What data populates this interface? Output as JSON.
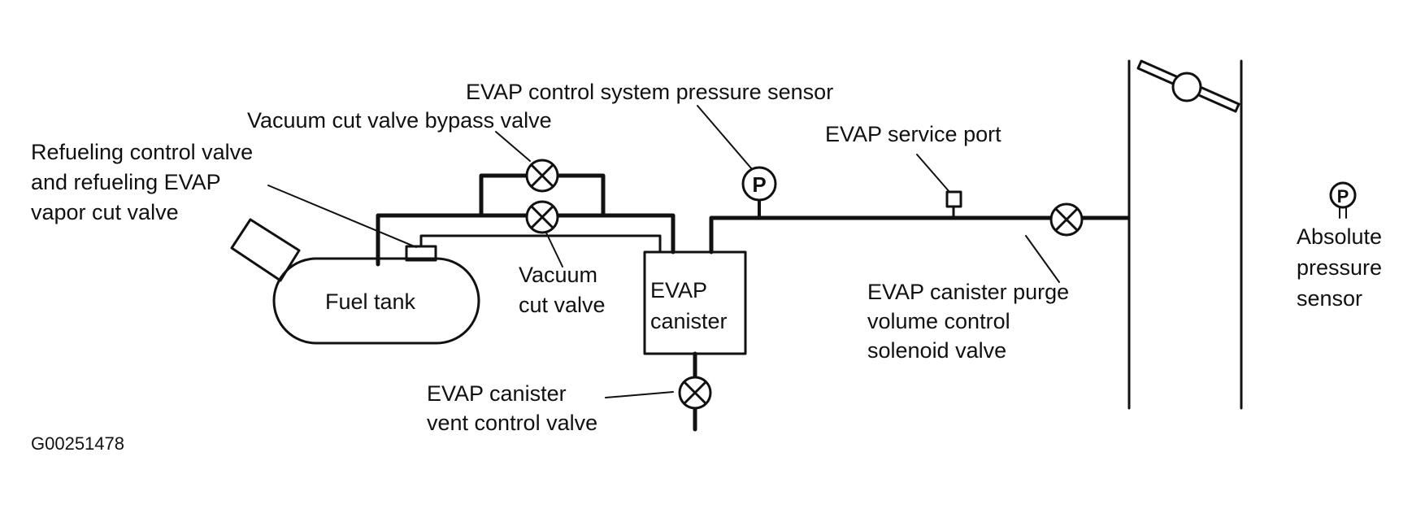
{
  "labels": {
    "pressure_sensor": "EVAP control system pressure sensor",
    "bypass_valve": "Vacuum cut valve bypass valve",
    "refuel_1": "Refueling control valve",
    "refuel_2": "and refueling EVAP",
    "refuel_3": "vapor cut valve",
    "fuel_tank": "Fuel tank",
    "vacuum_cut_1": "Vacuum",
    "vacuum_cut_2": "cut valve",
    "canister_1": "EVAP",
    "canister_2": "canister",
    "service_port": "EVAP service port",
    "purge_1": "EVAP canister purge",
    "purge_2": "volume control",
    "purge_3": "solenoid valve",
    "vent_1": "EVAP canister",
    "vent_2": "vent control valve",
    "abs_1": "Absolute",
    "abs_2": "pressure",
    "abs_3": "sensor",
    "sensor_symbol": "P",
    "figure_code": "G00251478"
  },
  "colors": {
    "line": "#111111",
    "background": "#ffffff"
  }
}
